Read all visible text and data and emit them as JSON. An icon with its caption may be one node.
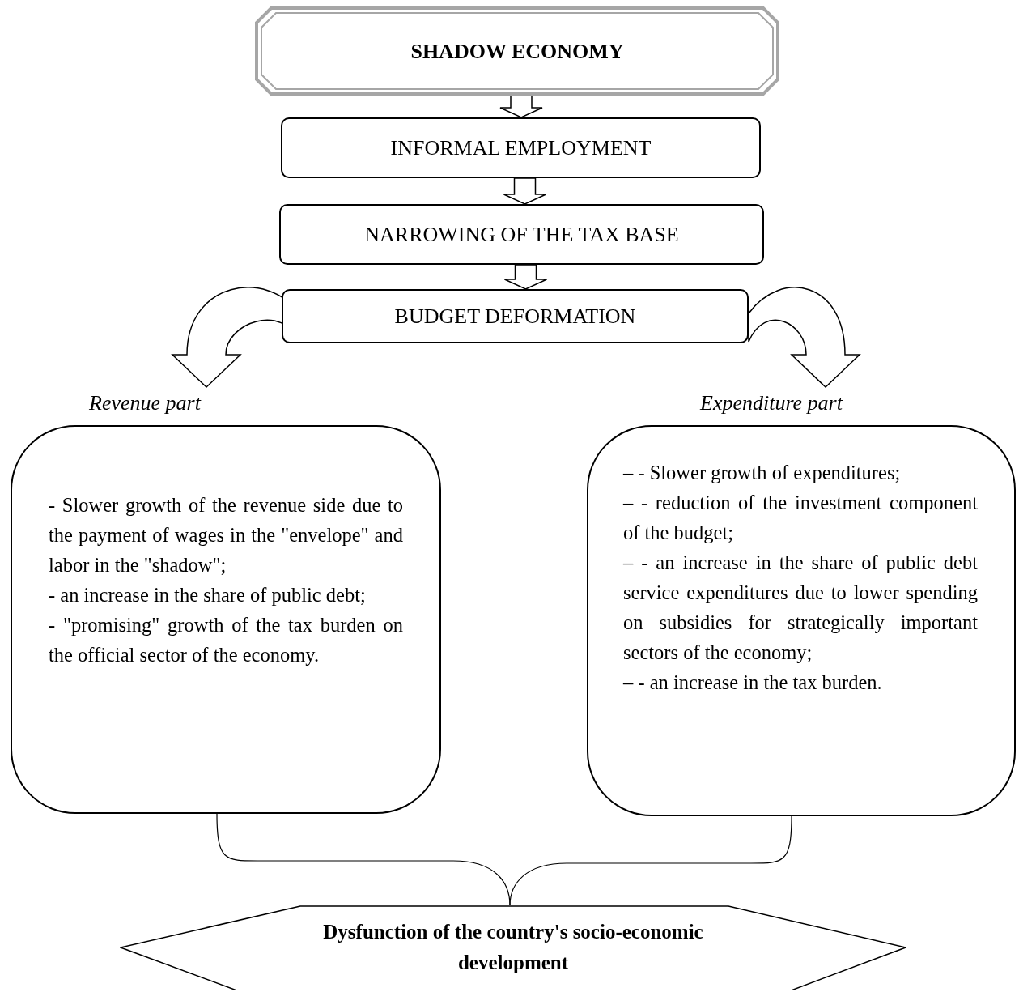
{
  "diagram": {
    "nodes": [
      {
        "text": [
          "SHADOW ECONOMY"
        ]
      },
      {
        "text": [
          "INFORMAL EMPLOYMENT"
        ]
      },
      {
        "text": [
          "NARROWING OF THE TAX BASE"
        ]
      },
      {
        "text": [
          "BUDGET DEFORMATION"
        ]
      },
      {
        "text": [
          "Revenue part",
          "- Slower growth of the revenue side due to the payment of wages in the \"envelope\" and labor in the \"shadow\";",
          "- an increase in the share of public debt;",
          "- \"promising\" growth of the tax burden on the official sector of the economy."
        ]
      },
      {
        "text": [
          "Expenditure part",
          "– - Slower growth of expenditures;",
          "– - reduction of the investment component of the budget;",
          "– - an increase in the share of public debt service expenditures due to lower spending on subsidies for strategically important sectors of the economy;",
          "– - an increase in the tax burden."
        ]
      },
      {
        "text": [
          "Dysfunction of the country's socio-economic development"
        ]
      }
    ],
    "edges": [
      {
        "from": 0,
        "to": 1,
        "arrow": "to"
      },
      {
        "from": 1,
        "to": 2,
        "arrow": "to"
      },
      {
        "from": 2,
        "to": 3,
        "arrow": "to"
      },
      {
        "from": 3,
        "to": 4,
        "arrow": "to"
      },
      {
        "from": 3,
        "to": 5,
        "arrow": "to"
      },
      {
        "from": 4,
        "to": 6,
        "arrow": "none"
      },
      {
        "from": 5,
        "to": 6,
        "arrow": "none"
      }
    ]
  }
}
